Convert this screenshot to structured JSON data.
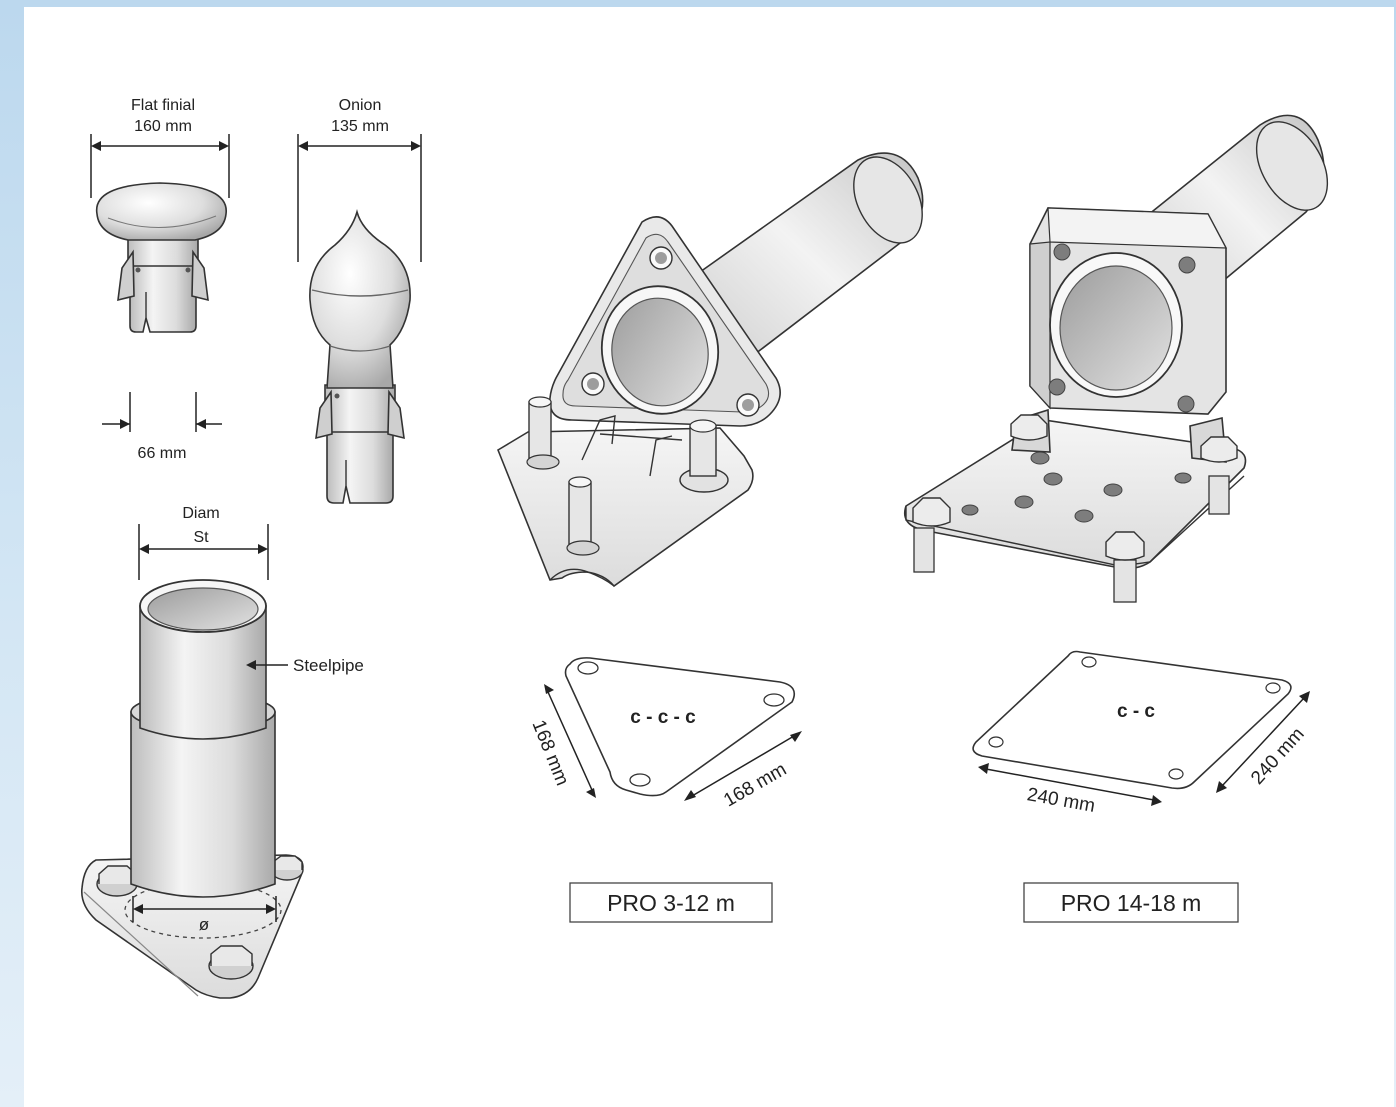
{
  "labels": {
    "flat_finial_name": "Flat finial",
    "flat_finial_width": "160 mm",
    "flat_finial_shaft": "66 mm",
    "onion_name": "Onion",
    "onion_width": "135 mm",
    "diam_line1": "Diam",
    "diam_line2": "St",
    "steelpipe": "Steelpipe",
    "phi": "ø",
    "tri_pattern": "c - c - c",
    "tri_side_left": "168 mm",
    "tri_side_bottom": "168 mm",
    "sq_pattern": "c - c",
    "sq_side_bottom": "240 mm",
    "sq_side_right": "240 mm"
  },
  "captions": {
    "pro_small": "PRO 3-12 m",
    "pro_large": "PRO 14-18 m"
  },
  "colors": {
    "metal_light": "#f2f2f2",
    "metal_mid": "#d6d6d6",
    "metal_dark": "#a8a8a8",
    "line": "#333333",
    "background_blue": "#c6dff1"
  }
}
